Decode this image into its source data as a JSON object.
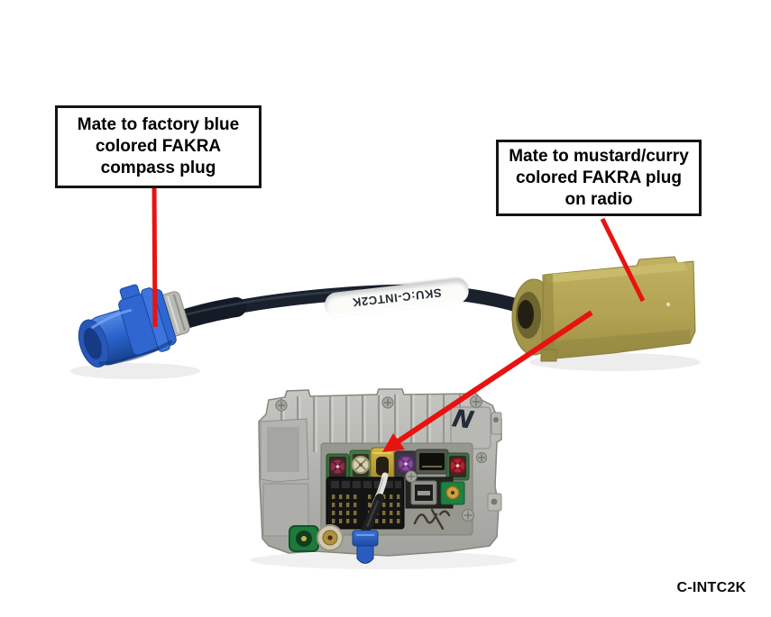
{
  "figure": {
    "part_number_caption": "C-INTC2K"
  },
  "callouts": {
    "left": {
      "lines": [
        "Mate to factory blue",
        "colored FAKRA",
        "compass plug"
      ]
    },
    "right": {
      "lines": [
        "Mate to mustard/curry",
        "colored FAKRA plug",
        "on radio"
      ]
    }
  },
  "cable_adapter": {
    "sleeve_label": "SKU:C-INTC2K"
  },
  "radio": {
    "handwritten_mark": "N"
  },
  "colors": {
    "annotation_red": "#e81311",
    "fakra_blue": "#2f66cf",
    "fakra_mustard": "#b3a653",
    "callout_border": "#151515"
  }
}
